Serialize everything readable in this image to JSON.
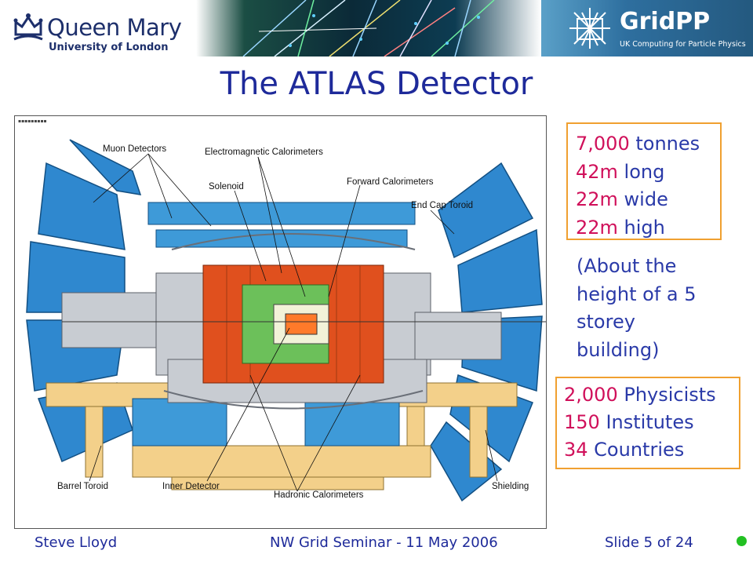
{
  "header": {
    "qm_name": "Queen Mary",
    "qm_sub": "University of London",
    "gridpp_name": "GridPP",
    "gridpp_sub": "UK Computing for Particle Physics"
  },
  "title": "The ATLAS Detector",
  "figure": {
    "tiny_text": "ATLAS detector drawing",
    "labels": {
      "muon": "Muon Detectors",
      "em": "Electromagnetic Calorimeters",
      "solenoid": "Solenoid",
      "forward": "Forward Calorimeters",
      "endcap": "End Cap Toroid",
      "barrel": "Barrel Toroid",
      "inner": "Inner Detector",
      "hadronic": "Hadronic Calorimeters",
      "shielding": "Shielding"
    }
  },
  "stats": [
    {
      "num": "7,000",
      "text": " tonnes"
    },
    {
      "num": "42m",
      "text": " long"
    },
    {
      "num": "22m",
      "text": " wide"
    },
    {
      "num": "22m",
      "text": " high"
    }
  ],
  "aside": [
    "(About the",
    "height of a 5",
    "storey",
    "building)"
  ],
  "collab": [
    {
      "num": "2,000",
      "text": " Physicists"
    },
    {
      "num": "150",
      "text": " Institutes"
    },
    {
      "num": "34",
      "text": " Countries"
    }
  ],
  "footer": {
    "author": "Steve Lloyd",
    "event": "NW Grid Seminar - 11 May 2006",
    "slide": "Slide 5 of 24"
  },
  "colors": {
    "title": "#1e2a9a",
    "number": "#d0105a",
    "box_border": "#f0a030",
    "status_dot": "#22c022"
  }
}
